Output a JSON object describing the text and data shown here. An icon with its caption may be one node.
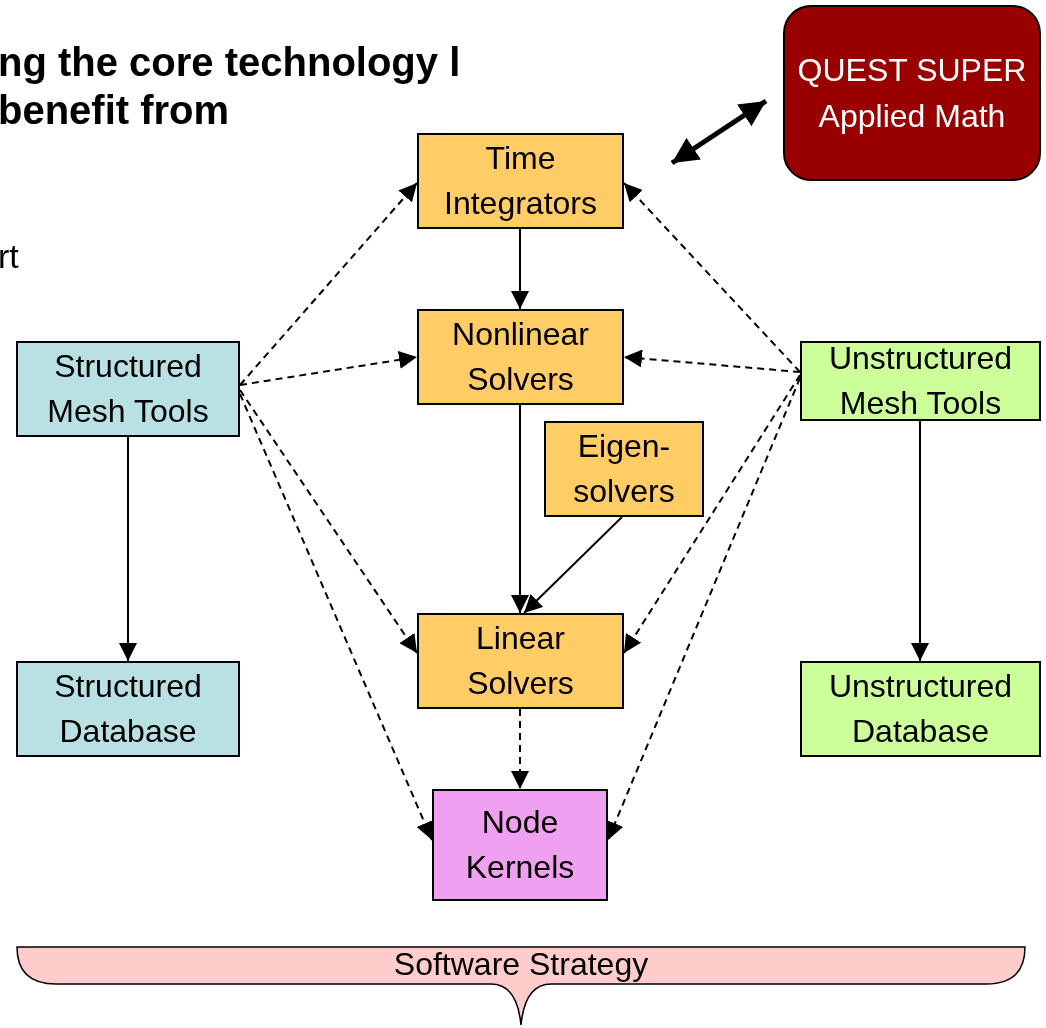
{
  "diagram": {
    "nodes": [
      {
        "text": [
          "QUEST SUPER Applied Math"
        ]
      },
      {
        "text": [
          "Time Integrators"
        ]
      },
      {
        "text": [
          "Structured Mesh Tools"
        ]
      },
      {
        "text": [
          "Nonlinear Solvers"
        ]
      },
      {
        "text": [
          "Unstructured Mesh Tools"
        ]
      },
      {
        "text": [
          "Eigen- solvers"
        ]
      },
      {
        "text": [
          "Linear Solvers"
        ]
      },
      {
        "text": [
          "Structured Database"
        ]
      },
      {
        "text": [
          "Unstructured Database"
        ]
      },
      {
        "text": [
          "Node Kernels"
        ]
      },
      {
        "text": [
          "Software Strategy"
        ]
      }
    ],
    "edges": [
      {
        "from": 1,
        "to": 3,
        "arrow": "to"
      },
      {
        "from": 3,
        "to": 6,
        "arrow": "to"
      },
      {
        "from": 5,
        "to": 6,
        "arrow": "to"
      },
      {
        "from": 6,
        "to": 9,
        "arrow": "to",
        "style": "dashed"
      },
      {
        "from": 2,
        "to": 7,
        "arrow": "to"
      },
      {
        "from": 4,
        "to": 8,
        "arrow": "to"
      },
      {
        "from": 2,
        "to": 1,
        "arrow": "to",
        "style": "dashed"
      },
      {
        "from": 2,
        "to": 3,
        "arrow": "to",
        "style": "dashed"
      },
      {
        "from": 2,
        "to": 6,
        "arrow": "to",
        "style": "dashed"
      },
      {
        "from": 2,
        "to": 9,
        "arrow": "to",
        "style": "dashed"
      },
      {
        "from": 4,
        "to": 1,
        "arrow": "to",
        "style": "dashed"
      },
      {
        "from": 4,
        "to": 3,
        "arrow": "to",
        "style": "dashed"
      },
      {
        "from": 4,
        "to": 6,
        "arrow": "to",
        "style": "dashed"
      },
      {
        "from": 4,
        "to": 9,
        "arrow": "to",
        "style": "dashed"
      },
      {
        "from": 0,
        "to": null,
        "arrow": "both",
        "style": "thick"
      }
    ],
    "labels": [
      "ng the core technology l benefit from",
      "rt"
    ]
  }
}
